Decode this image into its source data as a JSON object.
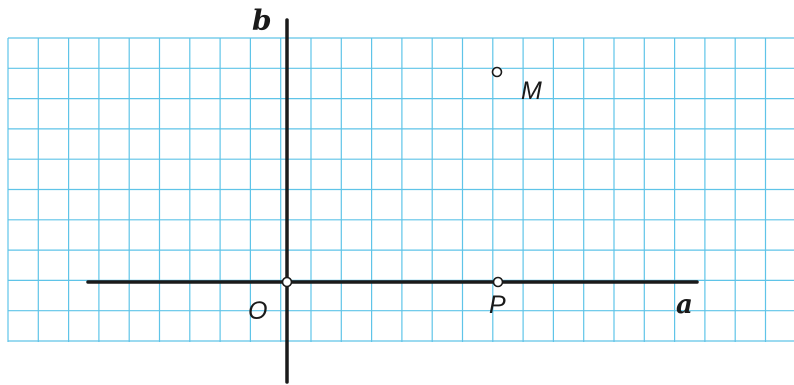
{
  "figure": {
    "axis_labels": {
      "vertical": "b",
      "horizontal": "a"
    },
    "points": [
      {
        "id": "O",
        "label": "O"
      },
      {
        "id": "P",
        "label": "P"
      },
      {
        "id": "M",
        "label": "M"
      }
    ],
    "colors": {
      "grid": "#5fc4e8",
      "axis": "#1a1a1a",
      "point_fill": "#ffffff",
      "point_stroke": "#1a1a1a",
      "text": "#1a1a1a"
    }
  }
}
